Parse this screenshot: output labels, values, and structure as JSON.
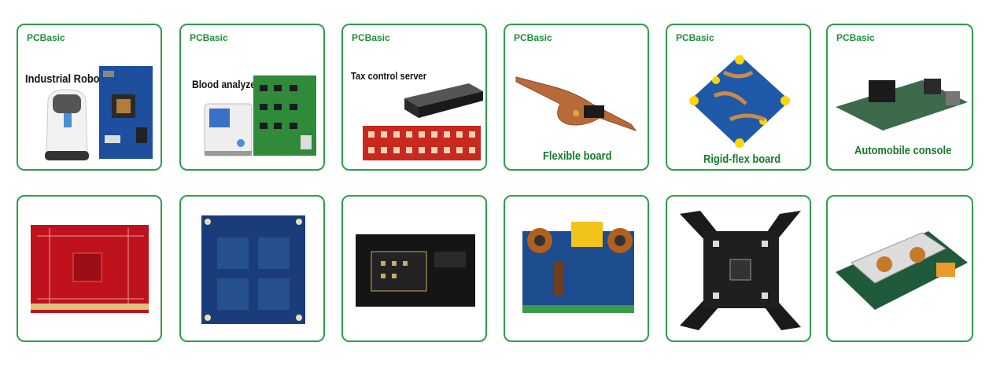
{
  "cards": [
    {
      "brand": "PCBasic",
      "label": "Industrial Robot"
    },
    {
      "brand": "PCBasic",
      "label": "Blood analyzer"
    },
    {
      "brand": "PCBasic",
      "label": "Tax control server"
    },
    {
      "brand": "PCBasic",
      "label": "Flexible board"
    },
    {
      "brand": "PCBasic",
      "label": "Rigid-flex board"
    },
    {
      "brand": "PCBasic",
      "label": "Automobile console"
    }
  ],
  "boards": [
    {
      "name": "red-pcb"
    },
    {
      "name": "blue-pcb"
    },
    {
      "name": "black-pcb"
    },
    {
      "name": "power-supply-pcb"
    },
    {
      "name": "drone-frame-pcb"
    },
    {
      "name": "psu-heatsink-board"
    }
  ],
  "colors": {
    "border": "#2e9e4a",
    "brand": "#1f8f3a",
    "label": "#157a2a"
  }
}
